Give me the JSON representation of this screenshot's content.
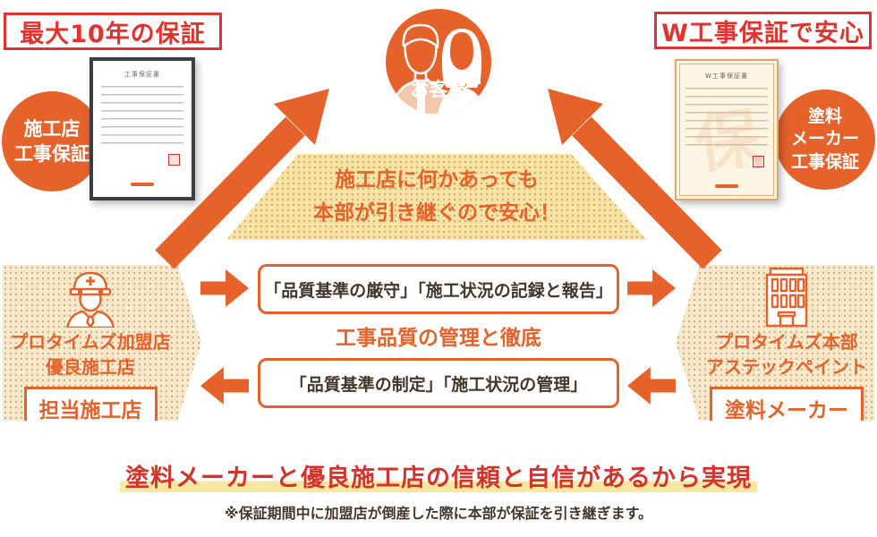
{
  "colors": {
    "accent_orange": "#E5622B",
    "banner_red": "#E0322E",
    "headline_red": "#D2342C",
    "dark_text": "#45362A",
    "cream_pentagon": "#FAE8CA",
    "cream_trapezoid": "#F8E3A4",
    "highlight_yellow": "#F7E7A3"
  },
  "banners": {
    "left": "最大10年の保証",
    "right": "W工事保証で安心"
  },
  "customer": {
    "label": "お客様"
  },
  "warranty_circles": {
    "left": {
      "line1": "施工店",
      "line2": "工事保証"
    },
    "right": {
      "line1": "塗料",
      "line2": "メーカー",
      "line3": "工事保証"
    }
  },
  "documents": {
    "left_title": "工事保証書",
    "right_title": "W工事保証書",
    "right_watermark": "保"
  },
  "trapezoid": {
    "line1": "施工店に何かあっても",
    "line2": "本部が引き継ぐので安心！"
  },
  "entities": {
    "left": {
      "name1": "プロタイムズ加盟店",
      "name2": "優良施工店",
      "tag": "担当施工店"
    },
    "right": {
      "name1": "プロタイムズ本部",
      "name2": "アステックペイント",
      "tag": "塗料メーカー"
    }
  },
  "quality": {
    "top_box": "「品質基準の厳守」「施工状況の記録と報告」",
    "middle_label": "工事品質の管理と徹底",
    "bottom_box": "「品質基準の制定」「施工状況の管理」"
  },
  "footer": {
    "headline": "塗料メーカーと優良施工店の信頼と自信があるから実現",
    "note": "※保証期間中に加盟店が倒産した際に本部が保証を引き継ぎます。"
  },
  "icons": {
    "customer": "couple-icon",
    "left_entity": "worker-icon",
    "right_entity": "building-icon",
    "arrows": "orange-arrow"
  }
}
